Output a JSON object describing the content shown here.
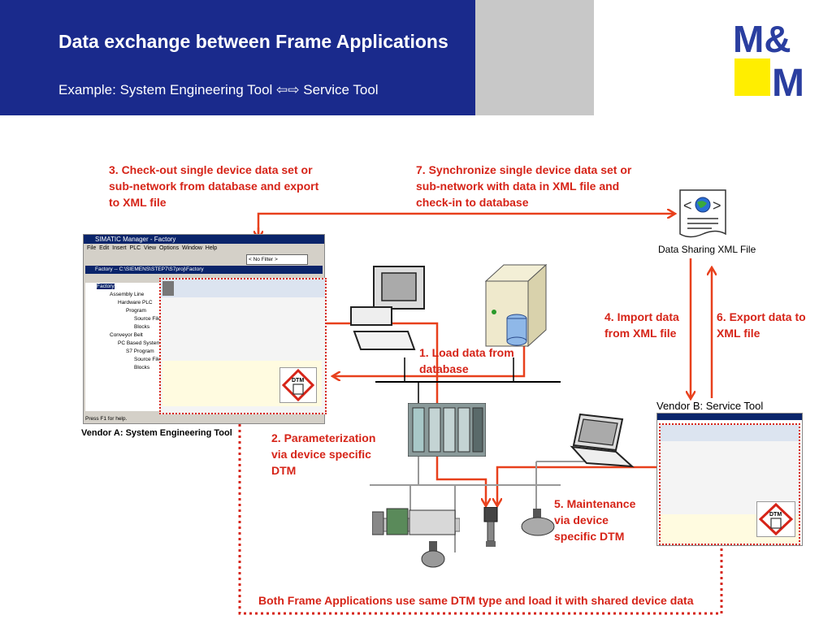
{
  "header": {
    "title": "Data exchange between Frame Applications",
    "subtitle": "Example: System Engineering Tool ⇦⇨ Service Tool"
  },
  "logo": {
    "text": "M&M",
    "colors": {
      "blue": "#2a3ea0",
      "yellow": "#ffee00"
    }
  },
  "labels": {
    "step3": "3. Check-out single device data set or sub-network from database and export to XML file",
    "step7": "7. Synchronize single device data set or sub-network with data in XML file and check-in to database",
    "xml_file": "Data Sharing XML File",
    "step4": "4. Import data from XML file",
    "step6": "6. Export data to XML file",
    "step1": "1. Load data from database",
    "step2": "2. Parameterization via device specific DTM",
    "step5": "5. Maintenance via device specific DTM",
    "vendor_a": "Vendor A: System Engineering Tool",
    "vendor_b": "Vendor B: Service Tool",
    "bottom": "Both Frame Applications use same DTM type and load it with shared device data"
  },
  "simatic": {
    "title": "SIMATIC Manager - Factory",
    "menu": [
      "File",
      "Edit",
      "Insert",
      "PLC",
      "View",
      "Options",
      "Window",
      "Help"
    ],
    "filter": "< No Filter >",
    "subwin_title": "Factory -- C:\\SIEMENS\\STEP7\\S7proj\\Factory",
    "tree": [
      "Factory",
      "Assembly Line",
      "Hardware PLC",
      "Program",
      "Source Files",
      "Blocks",
      "Conveyor Belt",
      "PC Based System",
      "S7 Program",
      "Source Files",
      "Blocks"
    ],
    "status": "Press F1 for help.",
    "dtm_label": "DTM"
  },
  "service_tool": {
    "dtm_label": "DTM"
  },
  "colors": {
    "arrow": "#e8401c",
    "header_blue": "#1a2a8c",
    "label_red": "#d62418"
  }
}
